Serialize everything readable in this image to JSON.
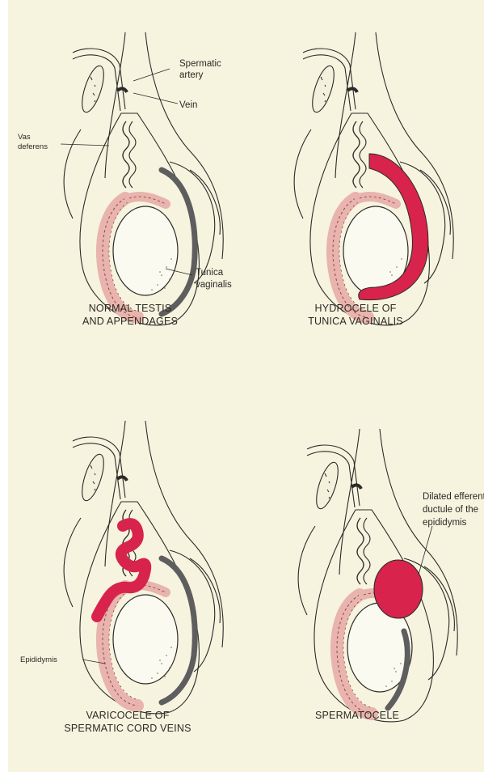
{
  "colors": {
    "paper": "#f6f3df",
    "ink": "#2b2b27",
    "epididymis_pink": "#e8b4ad",
    "lesion_red": "#d8234d",
    "tunica_gray": "#5e5e5e",
    "testis_fill": "#fbfaf0"
  },
  "panels": [
    {
      "caption_lines": [
        "NORMAL TESTIS",
        "AND APPENDAGES"
      ],
      "labels": {
        "spermatic_artery": [
          "Spermatic",
          "artery"
        ],
        "vein": "Vein",
        "vas_deferens": [
          "Vas",
          "deferens"
        ],
        "tunica_vaginalis": [
          "Tunica",
          "vaginalis"
        ]
      }
    },
    {
      "caption_lines": [
        "HYDROCELE OF",
        "TUNICA VAGINALIS"
      ]
    },
    {
      "caption_lines": [
        "VARICOCELE OF",
        "SPERMATIC CORD VEINS"
      ],
      "labels": {
        "epididymis": "Epididymis"
      }
    },
    {
      "caption_lines": [
        "SPERMATOCELE"
      ],
      "labels": {
        "dilated_ductule": [
          "Dilated efferent",
          "ductule of the",
          "epididymis"
        ]
      }
    }
  ]
}
